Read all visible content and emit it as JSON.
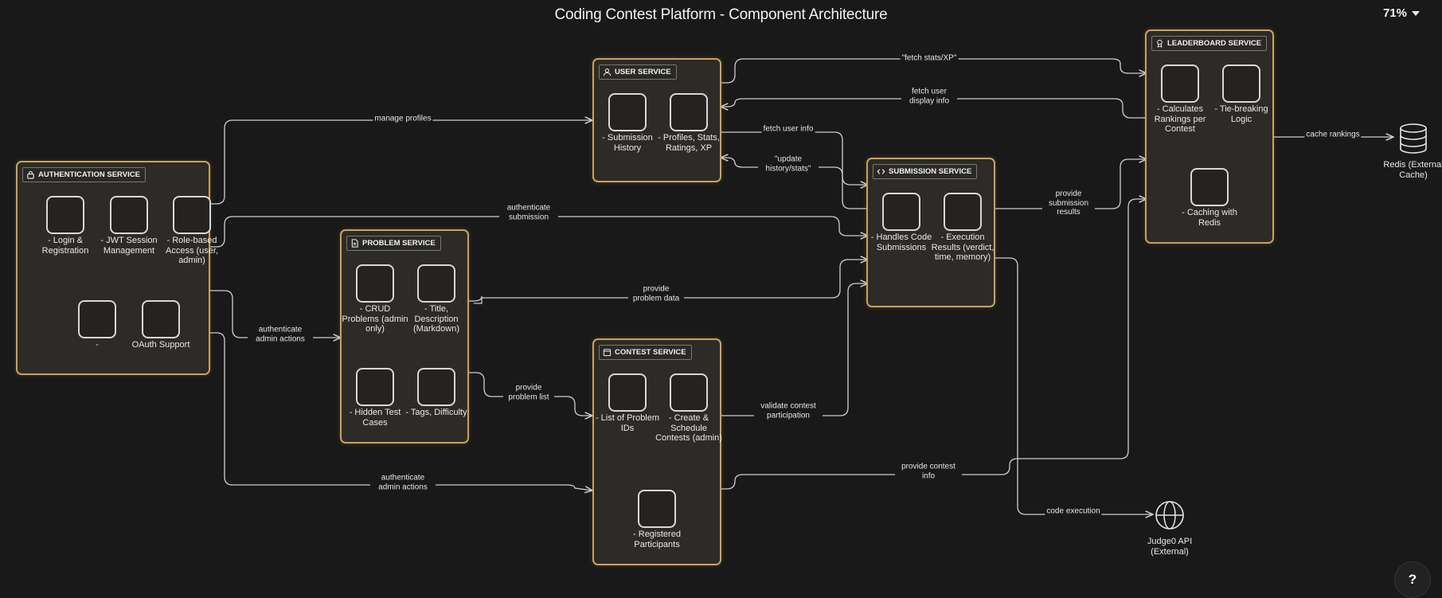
{
  "title": "Coding Contest Platform - Component Architecture",
  "zoom": "71%",
  "help_label": "?",
  "colors": {
    "background": "#191919",
    "service_border": "#c9a25a",
    "edge": "#d0d0d0"
  },
  "services": {
    "auth": {
      "title": "AUTHENTICATION SERVICE",
      "icon": "lock-icon",
      "components": [
        "- Login & Registration",
        "- JWT Session Management",
        "- Role-based Access (user, admin)",
        "-",
        "OAuth Support"
      ]
    },
    "problem": {
      "title": "PROBLEM SERVICE",
      "icon": "document-icon",
      "components": [
        "- CRUD Problems (admin only)",
        "- Title, Description (Markdown)",
        "- Hidden Test Cases",
        "- Tags, Difficulty"
      ]
    },
    "user": {
      "title": "USER SERVICE",
      "icon": "user-icon",
      "components": [
        "- Submission History",
        "- Profiles, Stats, Ratings, XP"
      ]
    },
    "contest": {
      "title": "CONTEST SERVICE",
      "icon": "calendar-icon",
      "components": [
        "- List of Problem IDs",
        "- Create & Schedule Contests (admin)",
        "- Registered Participants"
      ]
    },
    "submission": {
      "title": "SUBMISSION SERVICE",
      "icon": "code-icon",
      "components": [
        "- Handles Code Submissions",
        "- Execution Results (verdict, time, memory)"
      ]
    },
    "leaderboard": {
      "title": "LEADERBOARD SERVICE",
      "icon": "award-icon",
      "components": [
        "- Calculates Rankings per Contest",
        "- Tie-breaking Logic",
        "- Caching with Redis"
      ]
    }
  },
  "externals": {
    "redis": {
      "label": "Redis (External Cache)",
      "icon": "database-icon"
    },
    "judge0": {
      "label": "Judge0 API (External)",
      "icon": "globe-icon"
    }
  },
  "edges": {
    "manage_profiles": "manage profiles",
    "authenticate_submission": "authenticate submission",
    "authenticate_admin_actions_1": "authenticate admin actions",
    "authenticate_admin_actions_2": "authenticate admin actions",
    "provide_problem_data": "provide problem data",
    "provide_problem_list": "provide problem list",
    "fetch_stats_xp": "\"fetch stats/XP\"",
    "fetch_user_display_info": "fetch user display info",
    "fetch_user_info": "fetch user info",
    "update_history_stats": "\"update history/stats\"",
    "validate_contest_participation": "validate contest participation",
    "provide_submission_results": "provide submission results",
    "provide_contest_info": "provide contest info",
    "cache_rankings": "cache rankings",
    "code_execution": "code execution"
  }
}
